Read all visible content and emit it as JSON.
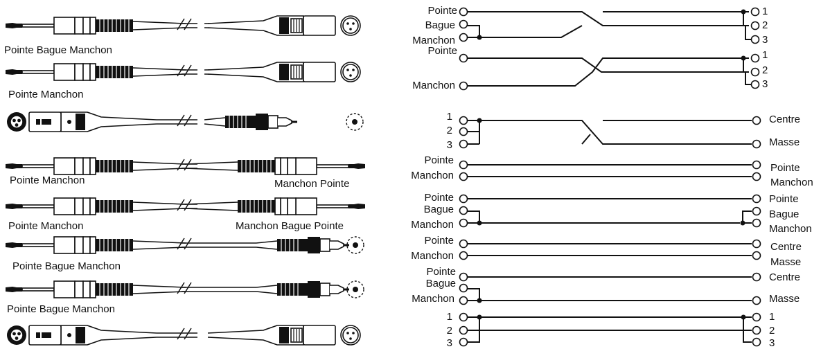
{
  "left_labels": {
    "row1": "Pointe Bague Manchon",
    "row2": "Pointe Manchon",
    "row4_left": "Pointe Manchon",
    "row4_right": "Manchon Pointe",
    "row5_left": "Pointe Manchon",
    "row5_right": "Manchon Bague Pointe",
    "row6": "Pointe Bague Manchon",
    "row7": "Pointe Bague Manchon"
  },
  "diagrams": [
    {
      "left": [
        "Pointe",
        "Bague",
        "Manchon"
      ],
      "right": [
        "1",
        "2",
        "3"
      ]
    },
    {
      "left": [
        "Pointe",
        "Manchon"
      ],
      "right": [
        "1",
        "2",
        "3"
      ]
    },
    {
      "left": [
        "1",
        "2",
        "3"
      ],
      "right": [
        "Centre",
        "Masse"
      ]
    },
    {
      "left": [
        "Pointe",
        "Manchon"
      ],
      "right": [
        "Pointe",
        "Manchon"
      ]
    },
    {
      "left": [
        "Pointe",
        "Bague",
        "Manchon"
      ],
      "right": [
        "Pointe",
        "Bague",
        "Manchon"
      ]
    },
    {
      "left": [
        "Pointe",
        "Manchon"
      ],
      "right": [
        "Centre",
        "Masse"
      ]
    },
    {
      "left": [
        "Pointe",
        "Bague",
        "Manchon"
      ],
      "right": [
        "Centre",
        "Masse"
      ]
    },
    {
      "left": [
        "1",
        "2",
        "3"
      ],
      "right": [
        "1",
        "2",
        "3"
      ]
    }
  ]
}
